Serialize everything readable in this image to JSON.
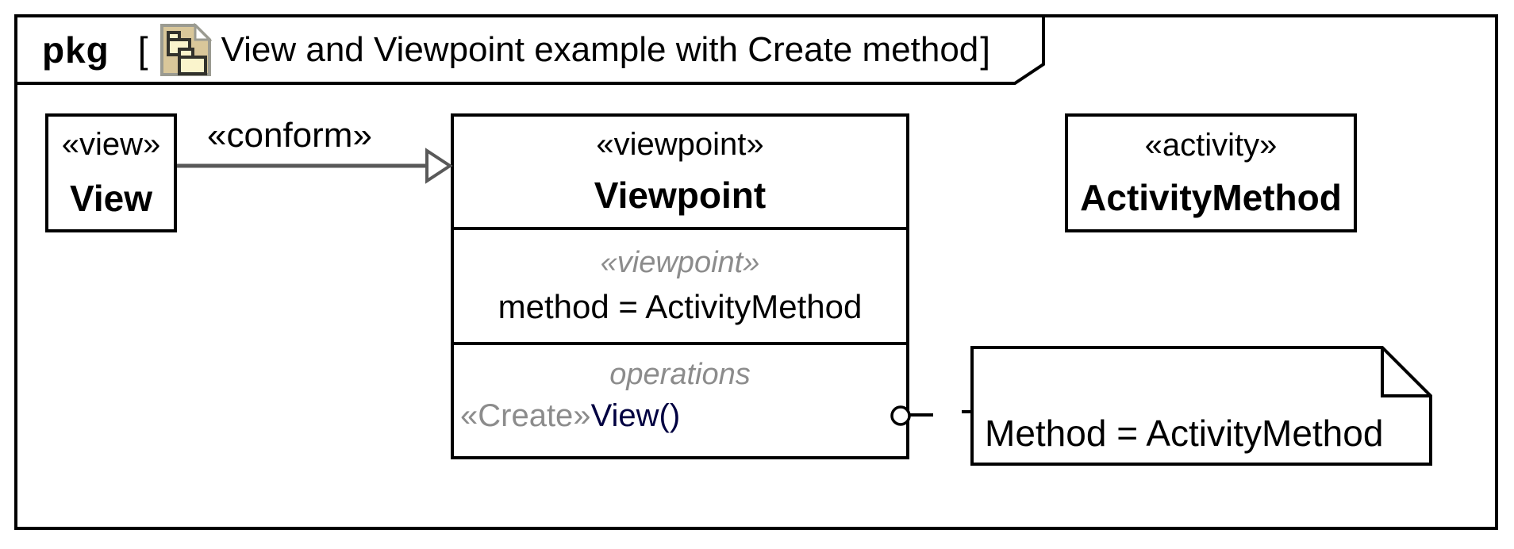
{
  "frame": {
    "keyword": "pkg",
    "open_bracket": "[",
    "diagram_icon": "package-diagram-icon",
    "title": "View and Viewpoint example with Create method",
    "close_bracket": "]"
  },
  "view_class": {
    "stereotype": "«view»",
    "name": "View"
  },
  "conform_dependency": {
    "label": "«conform»",
    "direction": "View to Viewpoint",
    "arrow_style": "open-triangle"
  },
  "viewpoint_class": {
    "stereotype": "«viewpoint»",
    "name": "Viewpoint",
    "attributes_compartment": {
      "stereotype": "«viewpoint»",
      "attribute": "method = ActivityMethod"
    },
    "operations_compartment": {
      "label": "operations",
      "operation_stereotype": "«Create»",
      "operation_name": "View()"
    }
  },
  "activity_class": {
    "stereotype": "«activity»",
    "name": "ActivityMethod"
  },
  "note": {
    "text": "Method = ActivityMethod"
  },
  "colors": {
    "border_black": "#000000",
    "stereotype_gray": "#8c8c8c",
    "operation_navy": "#000041",
    "arrow_gray": "#595959",
    "icon_tan_fill": "#d9c79a",
    "icon_tan_border": "#9b9b91",
    "icon_package_fill": "#faf4cc",
    "icon_package_border": "#32322c"
  }
}
